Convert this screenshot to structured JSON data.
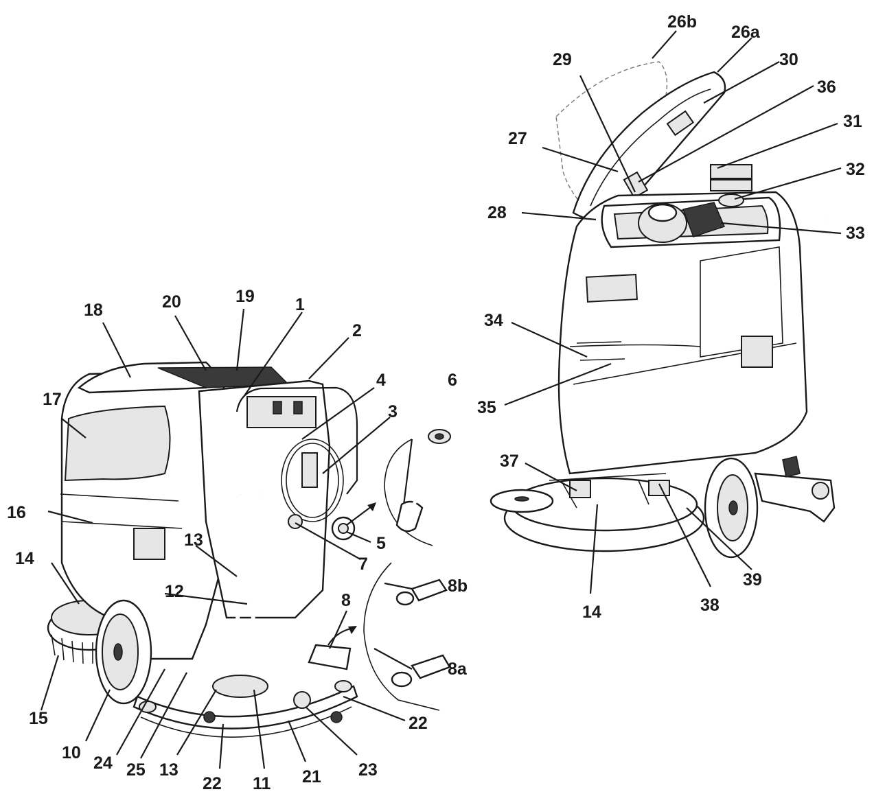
{
  "callouts": {
    "c1": "1",
    "c2": "2",
    "c3": "3",
    "c4": "4",
    "c5": "5",
    "c6": "6",
    "c7": "7",
    "c8": "8",
    "c8a": "8a",
    "c8b": "8b",
    "c10": "10",
    "c11": "11",
    "c12": "12",
    "c13a": "13",
    "c13b": "13",
    "c14a": "14",
    "c14b": "14",
    "c15": "15",
    "c16": "16",
    "c17": "17",
    "c18": "18",
    "c19": "19",
    "c20": "20",
    "c21": "21",
    "c22a": "22",
    "c22b": "22",
    "c23": "23",
    "c24": "24",
    "c25": "25",
    "c26a": "26a",
    "c26b": "26b",
    "c27": "27",
    "c28": "28",
    "c29": "29",
    "c30": "30",
    "c31": "31",
    "c32": "32",
    "c33": "33",
    "c34": "34",
    "c35": "35",
    "c36": "36",
    "c37": "37",
    "c38": "38",
    "c39": "39"
  },
  "colors": {
    "ink": "#1a1a1a",
    "fill": "#ffffff",
    "shade": "#e6e6e6"
  }
}
